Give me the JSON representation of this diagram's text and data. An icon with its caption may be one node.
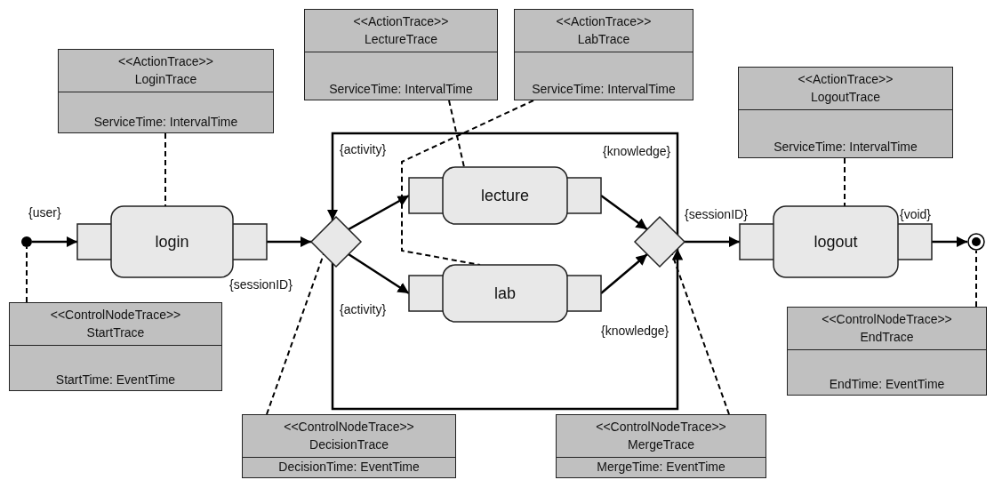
{
  "diagram": {
    "nodes": [
      {
        "text": [
          "<<ActionTrace>>",
          "LectureTrace",
          "ServiceTime: IntervalTime"
        ]
      },
      {
        "text": [
          "<<ActionTrace>>",
          "LabTrace",
          "ServiceTime: IntervalTime"
        ]
      },
      {
        "text": [
          "<<ActionTrace>>",
          "LoginTrace",
          "ServiceTime: IntervalTime"
        ]
      },
      {
        "text": [
          "<<ActionTrace>>",
          "LogoutTrace",
          "ServiceTime: IntervalTime"
        ]
      },
      {
        "text": [],
        "shape": "circle"
      },
      {
        "text": [
          "login"
        ],
        "beside": [
          "{user}",
          "{sessionID}"
        ]
      },
      {
        "text": [],
        "shape": "diamond"
      },
      {
        "text": [
          "lecture"
        ],
        "beside": [
          "{activity}",
          "{knowledge}"
        ]
      },
      {
        "text": [
          "lab"
        ],
        "beside": [
          "{activity}",
          "{knowledge}"
        ]
      },
      {
        "text": [],
        "shape": "diamond"
      },
      {
        "text": [
          "logout"
        ],
        "beside": [
          "{sessionID}",
          "{void}"
        ]
      },
      {
        "text": [],
        "shape": "circle"
      },
      {
        "text": [
          "<<ControlNodeTrace>>",
          "StartTrace",
          "StartTime: EventTime"
        ]
      },
      {
        "text": [
          "<<ControlNodeTrace>>",
          "EndTrace",
          "EndTime: EventTime"
        ]
      },
      {
        "text": [
          "<<ControlNodeTrace>>",
          "DecisionTrace",
          "DecisionTime: EventTime"
        ]
      },
      {
        "text": [
          "<<ControlNodeTrace>>",
          "MergeTrace",
          "MergeTime: EventTime"
        ]
      }
    ],
    "edges": [
      {
        "from": 4,
        "to": 5,
        "arrow": "to"
      },
      {
        "from": 5,
        "to": 6,
        "arrow": "to"
      },
      {
        "from": 6,
        "to": 7,
        "arrow": "to"
      },
      {
        "from": 6,
        "to": 8,
        "arrow": "to"
      },
      {
        "from": 7,
        "to": 9,
        "arrow": "to"
      },
      {
        "from": 8,
        "to": 9,
        "arrow": "to"
      },
      {
        "from": 9,
        "to": 10,
        "arrow": "to"
      },
      {
        "from": 10,
        "to": 11,
        "arrow": "to"
      },
      {
        "from": 9,
        "to": 6,
        "arrow": "to"
      },
      {
        "from": 6,
        "to": 9,
        "arrow": "to"
      },
      {
        "from": 2,
        "to": 5,
        "arrow": "none",
        "style": "dashed"
      },
      {
        "from": 0,
        "to": 7,
        "arrow": "none",
        "style": "dashed"
      },
      {
        "from": 1,
        "to": 8,
        "arrow": "none",
        "style": "dashed"
      },
      {
        "from": 3,
        "to": 10,
        "arrow": "none",
        "style": "dashed"
      },
      {
        "from": 12,
        "to": 4,
        "arrow": "none",
        "style": "dashed"
      },
      {
        "from": 13,
        "to": 11,
        "arrow": "none",
        "style": "dashed"
      },
      {
        "from": 14,
        "to": 6,
        "arrow": "none",
        "style": "dashed"
      },
      {
        "from": 15,
        "to": 9,
        "arrow": "none",
        "style": "dashed"
      }
    ]
  }
}
